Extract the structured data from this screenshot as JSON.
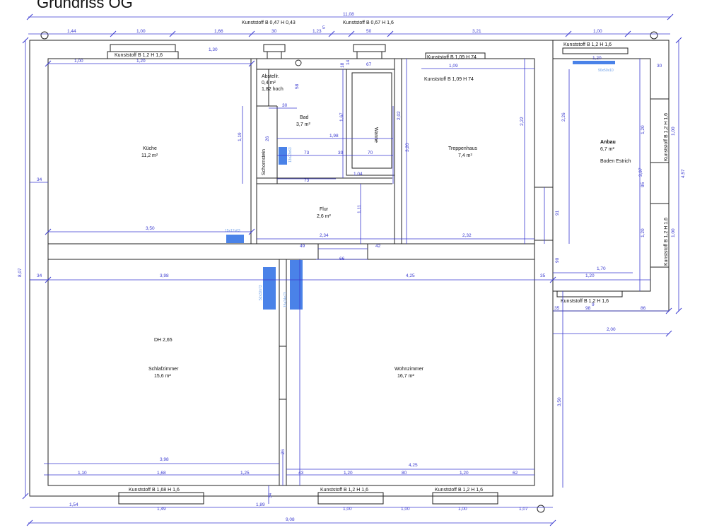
{
  "title": "Grundriss OG",
  "rooms": {
    "kueche": {
      "name": "Küche",
      "area": "11,2 m²"
    },
    "bad": {
      "name": "Bad",
      "area": "3,7 m²"
    },
    "abstell": {
      "name": "Abstellr.",
      "area": "0,4 m²",
      "note": "1,82 hoch"
    },
    "wanne": {
      "name": "Wanne"
    },
    "schornstein": {
      "name": "Schornstein"
    },
    "treppenhaus": {
      "name": "Treppenhaus",
      "area": "7,4 m²"
    },
    "flur": {
      "name": "Flur",
      "area": "2,6 m²"
    },
    "anbau": {
      "name": "Anbau",
      "area": "6,7 m²",
      "note": "Boden Estrich"
    },
    "schlaf": {
      "name": "Schlafzimmer",
      "area": "15,6 m²",
      "note": "DH 2,65"
    },
    "wohn": {
      "name": "Wohnzimmer",
      "area": "16,7 m²"
    }
  },
  "windows": {
    "w_kueche": "Kunststoff B 1,2 H 1,6",
    "w_top1": "Kunststoff B 0,47 H 0,43",
    "w_top2": "Kunststoff B 0,67 H 1,6",
    "w_trep1": "Kunststoff B 1,09 H 74",
    "w_trep2": "Kunststoff B 1,09 H 74",
    "w_anbau_top": "Kunststoff B 1,2 H 1,6",
    "w_anbau_r1": "Kunststoff B 1,2 H 1,6",
    "w_anbau_r2": "Kunststoff B 1,2 H 1,6",
    "w_anbau_bot": "Kunststoff B 1,2 H 1,6",
    "w_schlaf": "Kunststoff B 1,68 H 1,6",
    "w_wohn1": "Kunststoff B 1,2 H 1,6",
    "w_wohn2": "Kunststoff B 1,2 H 1,6"
  },
  "dims": {
    "total_top": "11,08",
    "d144": "1,44",
    "d100a": "1,00",
    "d166": "1,66",
    "d123": "1,23",
    "d30a": "30",
    "d50": "50",
    "d321": "3,21",
    "d100b": "1,00",
    "d130": "1,30",
    "d100c": "1,00",
    "d120a": "1,20",
    "d67": "67",
    "d109": "1,09",
    "d120b": "1,20",
    "d30b": "30",
    "d30c": "30",
    "d58": "58",
    "d198": "1,98",
    "d73a": "73",
    "d39": "39",
    "d70": "70",
    "d73b": "73",
    "d104": "1,04",
    "d350": "3,50",
    "d234": "2,34",
    "d232": "2,32",
    "d49": "49",
    "d42": "42",
    "d66": "66",
    "d398a": "3,98",
    "d425a": "4,25",
    "d170": "1,70",
    "d120c": "1,20",
    "d35a": "35",
    "d98": "98",
    "d86": "86",
    "d200": "2,00",
    "d398b": "3,98",
    "d154": "1,54",
    "d189": "1,89",
    "d100d": "1,00",
    "d100e": "1,00",
    "d100f": "1,00",
    "d908": "9,08",
    "d34a": "34",
    "d34b": "34",
    "d34c": "34",
    "d807": "8,07",
    "d457": "4,57",
    "d397": "3,97",
    "d350b": "3,50",
    "d226": "2,26",
    "d222": "2,22",
    "d202": "2,02",
    "d167": "1,67",
    "d320": "3,20",
    "d111": "1,11",
    "d91": "91",
    "d119": "1,19",
    "d100g": "1,00",
    "d120d": "1,20",
    "d95": "95",
    "d120e": "1,20",
    "d100h": "1,00",
    "d90": "90",
    "d26": "26",
    "d110": "1,10",
    "d168": "1,68",
    "d125": "1,25",
    "d43": "43",
    "d120f": "1,20",
    "d80": "80",
    "d120g": "1,20",
    "d62": "62",
    "d18": "18",
    "d14": "14",
    "d425b": "4,25",
    "d149": "1,49",
    "d107": "1,07",
    "d26b": "26",
    "d35b": "35",
    "d9": "9",
    "d5": "5"
  },
  "highlights": {
    "h1": "90x50x10",
    "h2": "15x12x63",
    "h3": "52x32x73",
    "h4": "15x24x73",
    "h5": "13x23x63"
  },
  "colors": {
    "dimension": "#3a3ad0",
    "highlight": "#4a82e8",
    "wall": "#222222"
  }
}
